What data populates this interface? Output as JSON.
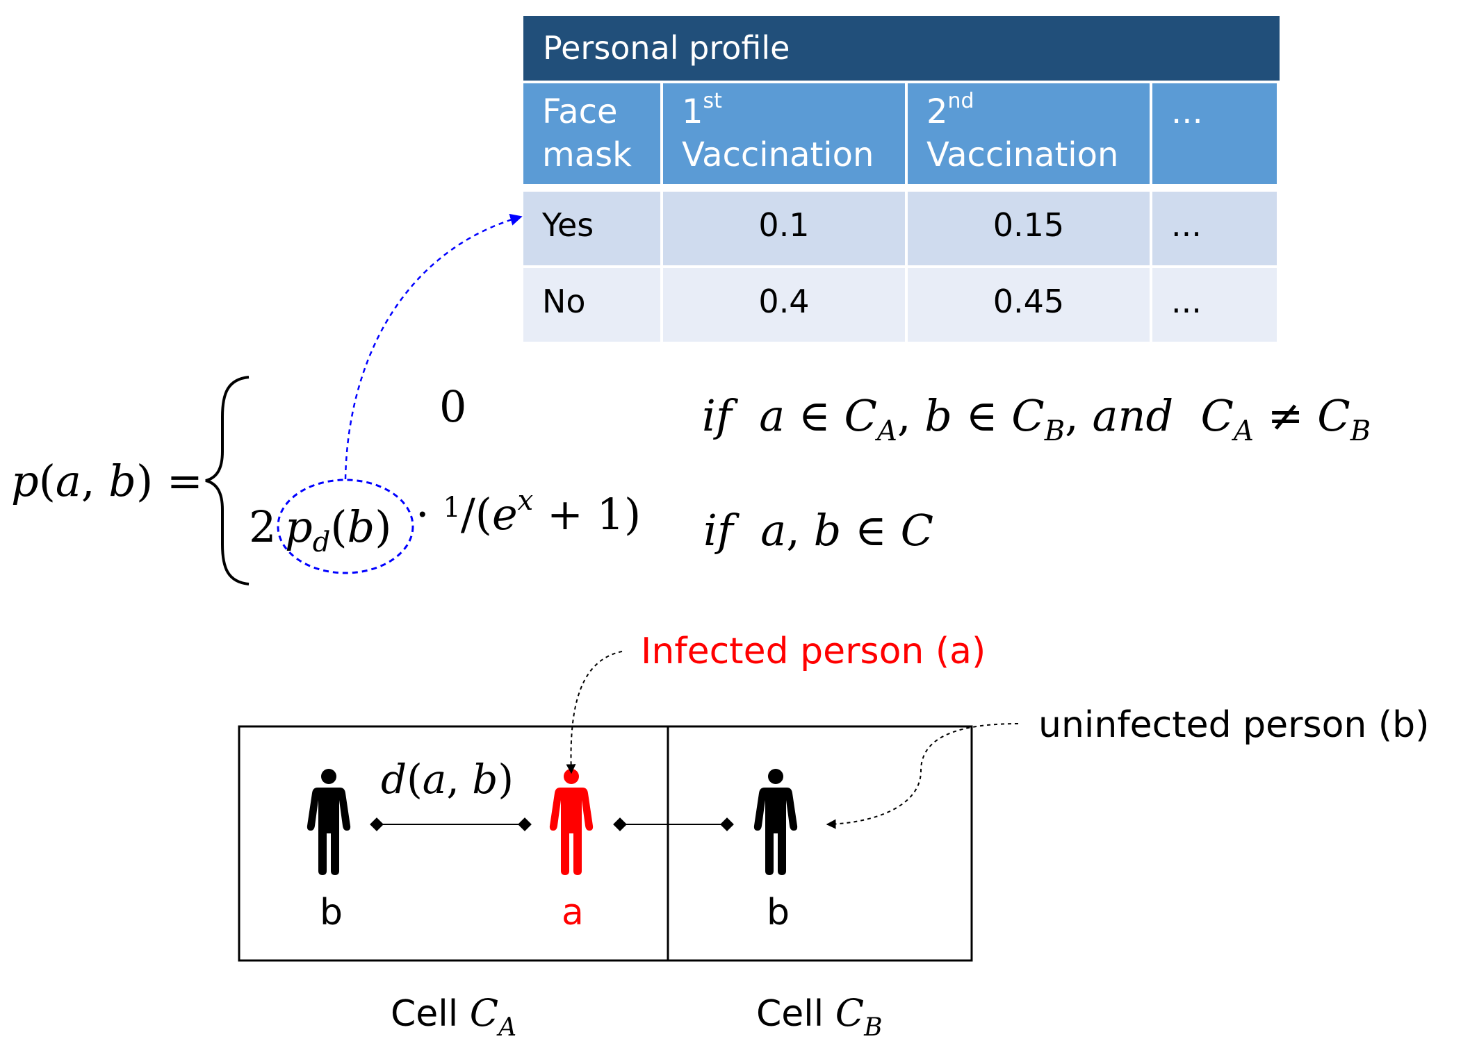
{
  "profile_table": {
    "title": "Personal profile",
    "headers": [
      {
        "label": "Face mask",
        "ordinal": "",
        "ordinal_suffix": ""
      },
      {
        "label": "Vaccination",
        "ordinal": "1",
        "ordinal_suffix": "st"
      },
      {
        "label": "Vaccination",
        "ordinal": "2",
        "ordinal_suffix": "nd"
      },
      {
        "label": "...",
        "ordinal": "",
        "ordinal_suffix": ""
      }
    ],
    "rows": [
      [
        "Yes",
        "0.1",
        "0.15",
        "..."
      ],
      [
        "No",
        "0.4",
        "0.45",
        "..."
      ]
    ]
  },
  "equation": {
    "lhs": "p(a, b) =",
    "case1_value": "0",
    "case1_condition": "if a ∈ C_A, b ∈ C_B, and C_A ≠ C_B",
    "case2_coefficient": "2",
    "case2_term": "p_d(b)",
    "case2_fraction": "· 1/(e^x + 1)",
    "case2_condition": "if a, b ∈ C"
  },
  "diagram": {
    "infected_label": "Infected person (a)",
    "uninfected_label": "uninfected person (b)",
    "distance_label": "d(a, b)",
    "person_left_label": "b",
    "person_infected_label": "a",
    "person_right_label": "b",
    "cell_a_label": "Cell C_A",
    "cell_b_label": "Cell C_B",
    "infected_color": "#ff0000",
    "highlight_color": "#0000ff"
  }
}
